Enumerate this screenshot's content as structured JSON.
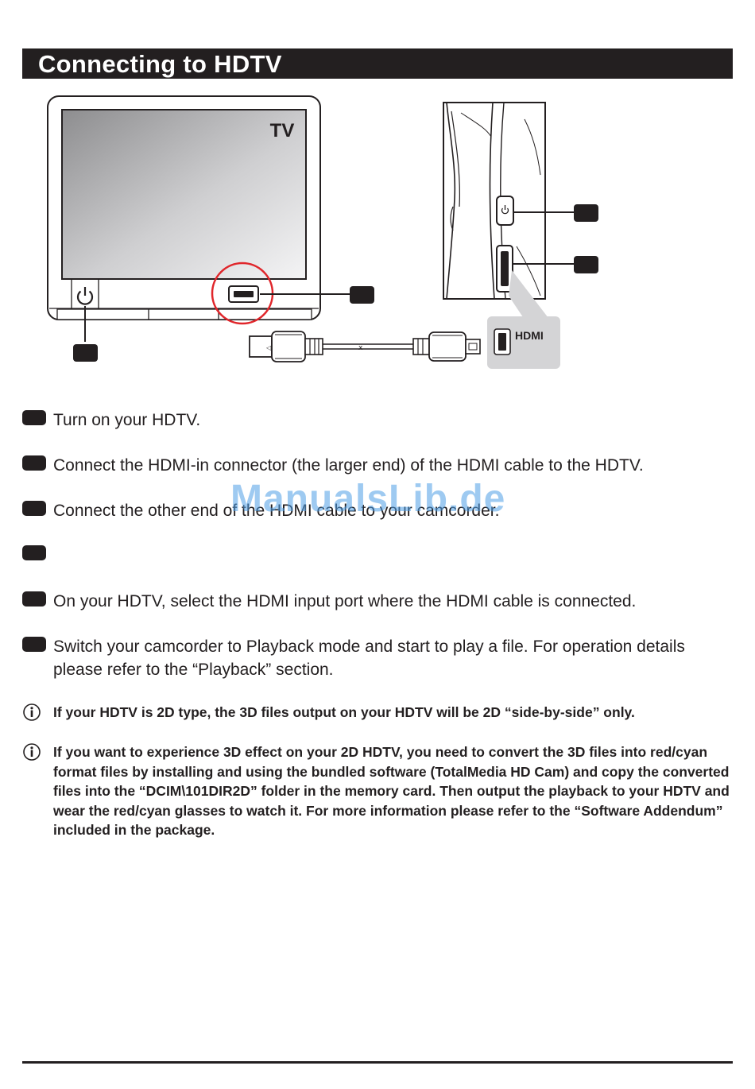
{
  "page": {
    "title": "Connecting to HDTV"
  },
  "figure": {
    "tv_label": "TV",
    "hdmi_label": "HDMI"
  },
  "steps": [
    {
      "text": "Turn on your HDTV."
    },
    {
      "text": "Connect the HDMI-in connector (the larger end) of the HDMI cable to the HDTV."
    },
    {
      "text": "Connect the other end of the HDMI cable to your camcorder."
    },
    {
      "text": ""
    },
    {
      "text": "On your HDTV, select the HDMI input port where the HDMI cable is connected."
    },
    {
      "text": "Switch your camcorder to Playback mode and start to play a file. For operation details please refer to the “Playback” section."
    }
  ],
  "notes": [
    {
      "text": "If your HDTV is 2D type, the 3D files output on your HDTV will be 2D “side-by-side” only."
    },
    {
      "text": "If you want to experience 3D effect on your 2D HDTV, you need to convert the 3D files into red/cyan format files by installing and using the bundled software (TotalMedia HD Cam) and copy the converted files into the “DCIM\\101DIR2D” folder in the memory card. Then output the playback to your HDTV and wear the red/cyan glasses to watch it. For more information please refer to the “Software Addendum” included in the package."
    }
  ],
  "watermark": "ManualsLib.de",
  "colors": {
    "ink": "#231f20",
    "highlight_circle": "#e0262b",
    "callout_box": "#d4d4d6",
    "watermark": "#4f9fe6"
  }
}
